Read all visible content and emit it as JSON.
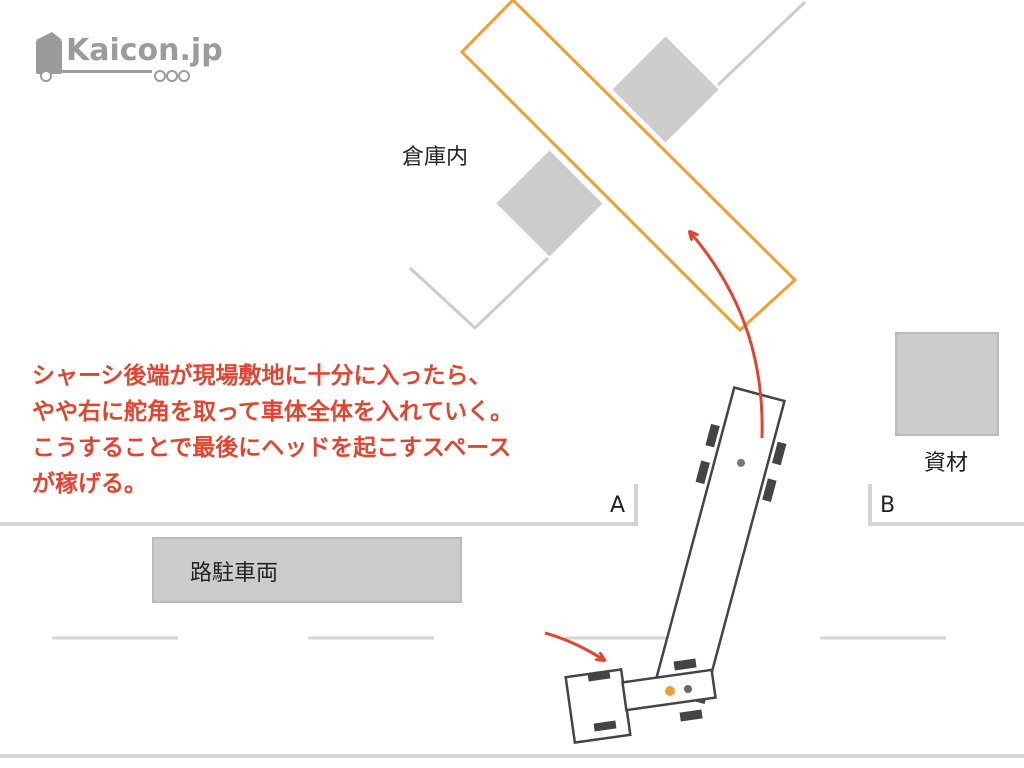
{
  "logo": {
    "text": "Kaicon.jp"
  },
  "labels": {
    "warehouse": "倉庫内",
    "materials": "資材",
    "corner_a": "A",
    "corner_b": "B",
    "parked_vehicle": "路駐車両"
  },
  "instruction": {
    "lines": [
      "シャーシ後端が現場敷地に十分に入ったら、",
      "やや右に舵角を取って車体全体を入れていく。",
      "こうすることで最後にヘッドを起こすスペース",
      "が稼げる。"
    ]
  },
  "colors": {
    "instruction_text": "#e2452f",
    "arrow": "#e2452f",
    "loading_dock_outline": "#f0a030",
    "building_outline": "#cccccc",
    "box_fill": "#cccccc",
    "road_edge": "#d4d4d4",
    "lane_marking": "#d4d4d4",
    "truck_outline": "#444444",
    "wheel": "#444444",
    "kingpin": "#f0a030",
    "logo": "#9b9b9b"
  }
}
